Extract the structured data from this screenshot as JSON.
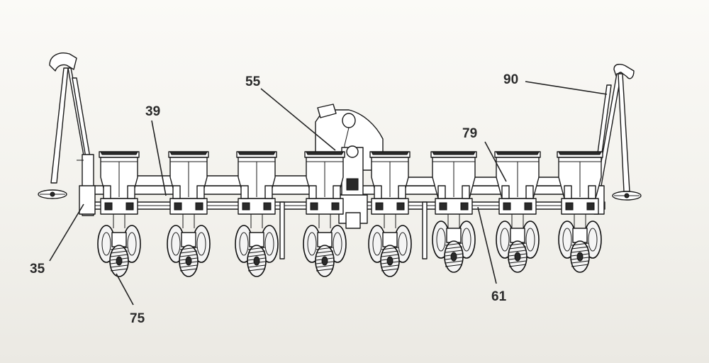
{
  "figure": {
    "description_alt": "",
    "reference_numerals": [
      {
        "id": "35",
        "text": "35"
      },
      {
        "id": "39",
        "text": "39"
      },
      {
        "id": "55",
        "text": "55"
      },
      {
        "id": "61",
        "text": "61"
      },
      {
        "id": "75",
        "text": "75"
      },
      {
        "id": "79",
        "text": "79"
      },
      {
        "id": "90",
        "text": "90"
      }
    ],
    "row_unit_count": 8,
    "colors": {
      "line": "#1a1a1a",
      "background_top": "#fbfaf7",
      "background_bottom": "#ebe9e3",
      "label": "#2b2b2b"
    }
  }
}
